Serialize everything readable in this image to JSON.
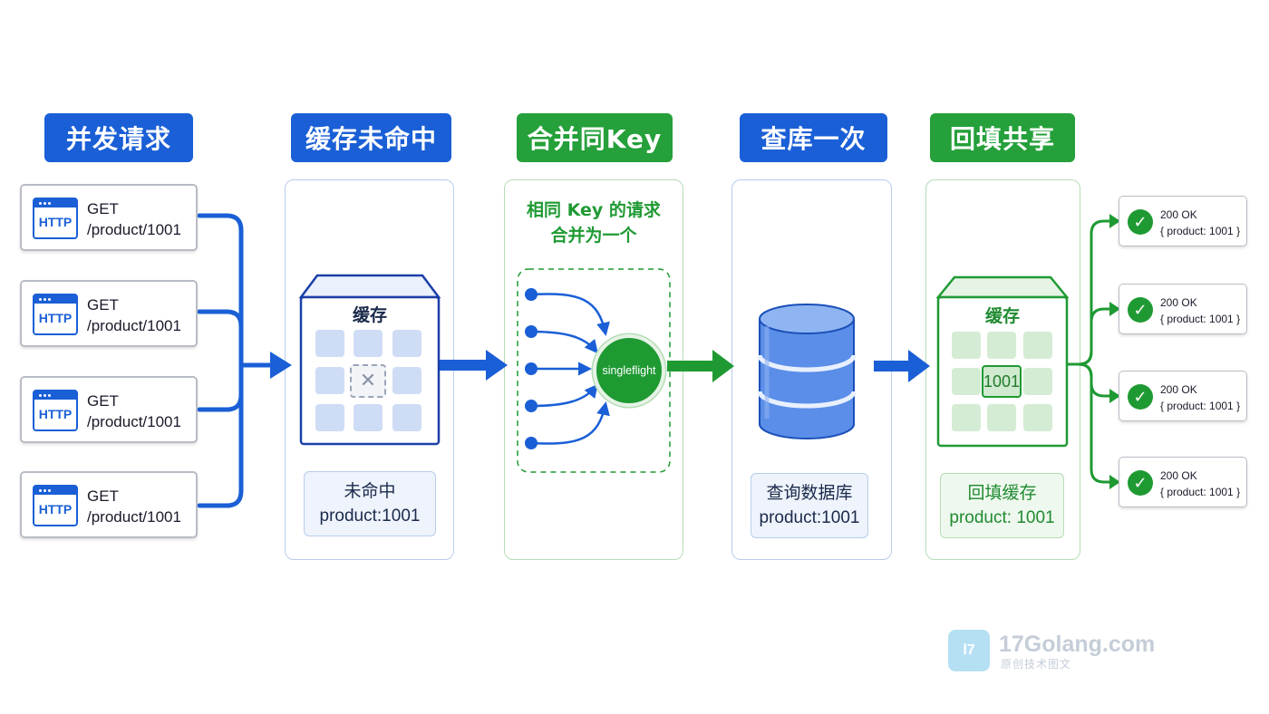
{
  "colors": {
    "blue": "#1a5fd6",
    "green": "#1f9a33"
  },
  "stages": [
    {
      "title": "并发请求"
    },
    {
      "title": "缓存未命中"
    },
    {
      "title": "合并同Key"
    },
    {
      "title": "查库一次"
    },
    {
      "title": "回填共享"
    }
  ],
  "requests": [
    {
      "icon_label": "HTTP",
      "method": "GET",
      "path": "/product/1001"
    },
    {
      "icon_label": "HTTP",
      "method": "GET",
      "path": "/product/1001"
    },
    {
      "icon_label": "HTTP",
      "method": "GET",
      "path": "/product/1001"
    },
    {
      "icon_label": "HTTP",
      "method": "GET",
      "path": "/product/1001"
    }
  ],
  "cache_miss": {
    "cache_label": "缓存",
    "caption_line1": "未命中",
    "caption_line2": "product:1001"
  },
  "merge": {
    "line1": "相同 Key 的请求",
    "line2": "合并为一个",
    "node_label": "singleflight"
  },
  "db": {
    "caption_line1": "查询数据库",
    "caption_line2": "product:1001"
  },
  "backfill": {
    "cache_label": "缓存",
    "cell_value": "1001",
    "caption_line1": "回填缓存",
    "caption_line2": "product: 1001"
  },
  "responses": [
    {
      "status": "200 OK",
      "body": "{ product: 1001 }"
    },
    {
      "status": "200 OK",
      "body": "{ product: 1001 }"
    },
    {
      "status": "200 OK",
      "body": "{ product: 1001 }"
    },
    {
      "status": "200 OK",
      "body": "{ product: 1001 }"
    }
  ],
  "watermark": {
    "logo_text": "Ⅰ7",
    "site": "17Golang.com",
    "tagline": "原创技术图文"
  }
}
